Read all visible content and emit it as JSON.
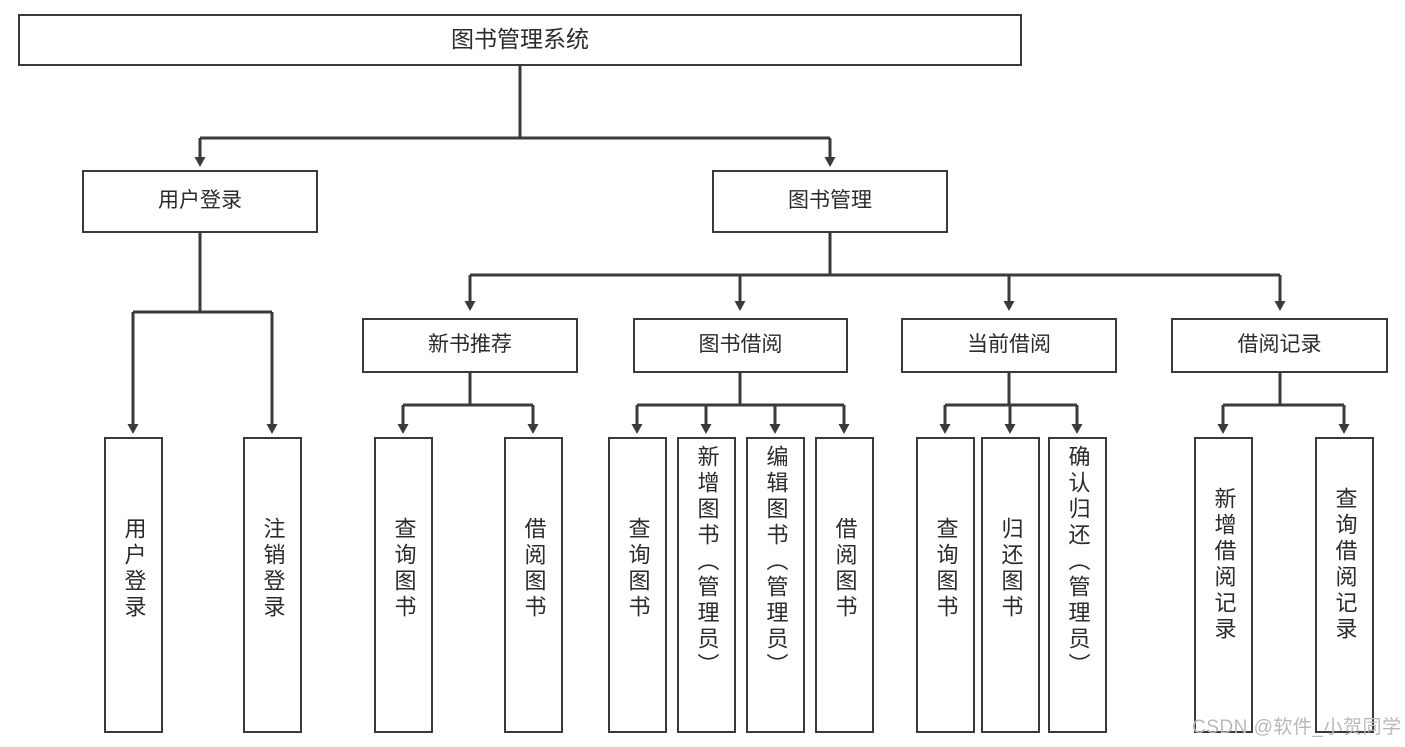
{
  "diagram": {
    "type": "hierarchy-tree",
    "title": "图书管理系统",
    "root": {
      "label": "图书管理系统"
    },
    "level1": [
      {
        "label": "用户登录"
      },
      {
        "label": "图书管理"
      }
    ],
    "level2": [
      {
        "label": "新书推荐"
      },
      {
        "label": "图书借阅"
      },
      {
        "label": "当前借阅"
      },
      {
        "label": "借阅记录"
      }
    ],
    "leaves": {
      "user_login": [
        {
          "label": "用户登录"
        },
        {
          "label": "注销登录"
        }
      ],
      "new_book_recommend": [
        {
          "label": "查询图书"
        },
        {
          "label": "借阅图书"
        }
      ],
      "book_borrow": [
        {
          "label": "查询图书"
        },
        {
          "label": "新增图书（管理员）"
        },
        {
          "label": "编辑图书（管理员）"
        },
        {
          "label": "借阅图书"
        }
      ],
      "current_borrow": [
        {
          "label": "查询图书"
        },
        {
          "label": "归还图书"
        },
        {
          "label": "确认归还（管理员）"
        }
      ],
      "borrow_record": [
        {
          "label": "新增借阅记录"
        },
        {
          "label": "查询借阅记录"
        }
      ]
    }
  },
  "watermark": {
    "text": "CSDN @软件_小贺同学"
  },
  "colors": {
    "stroke": "#3a3a3a",
    "box_fill": "#ffffff",
    "text": "#2b2b2b",
    "watermark": "#b9b9b9",
    "background": "#ffffff"
  }
}
